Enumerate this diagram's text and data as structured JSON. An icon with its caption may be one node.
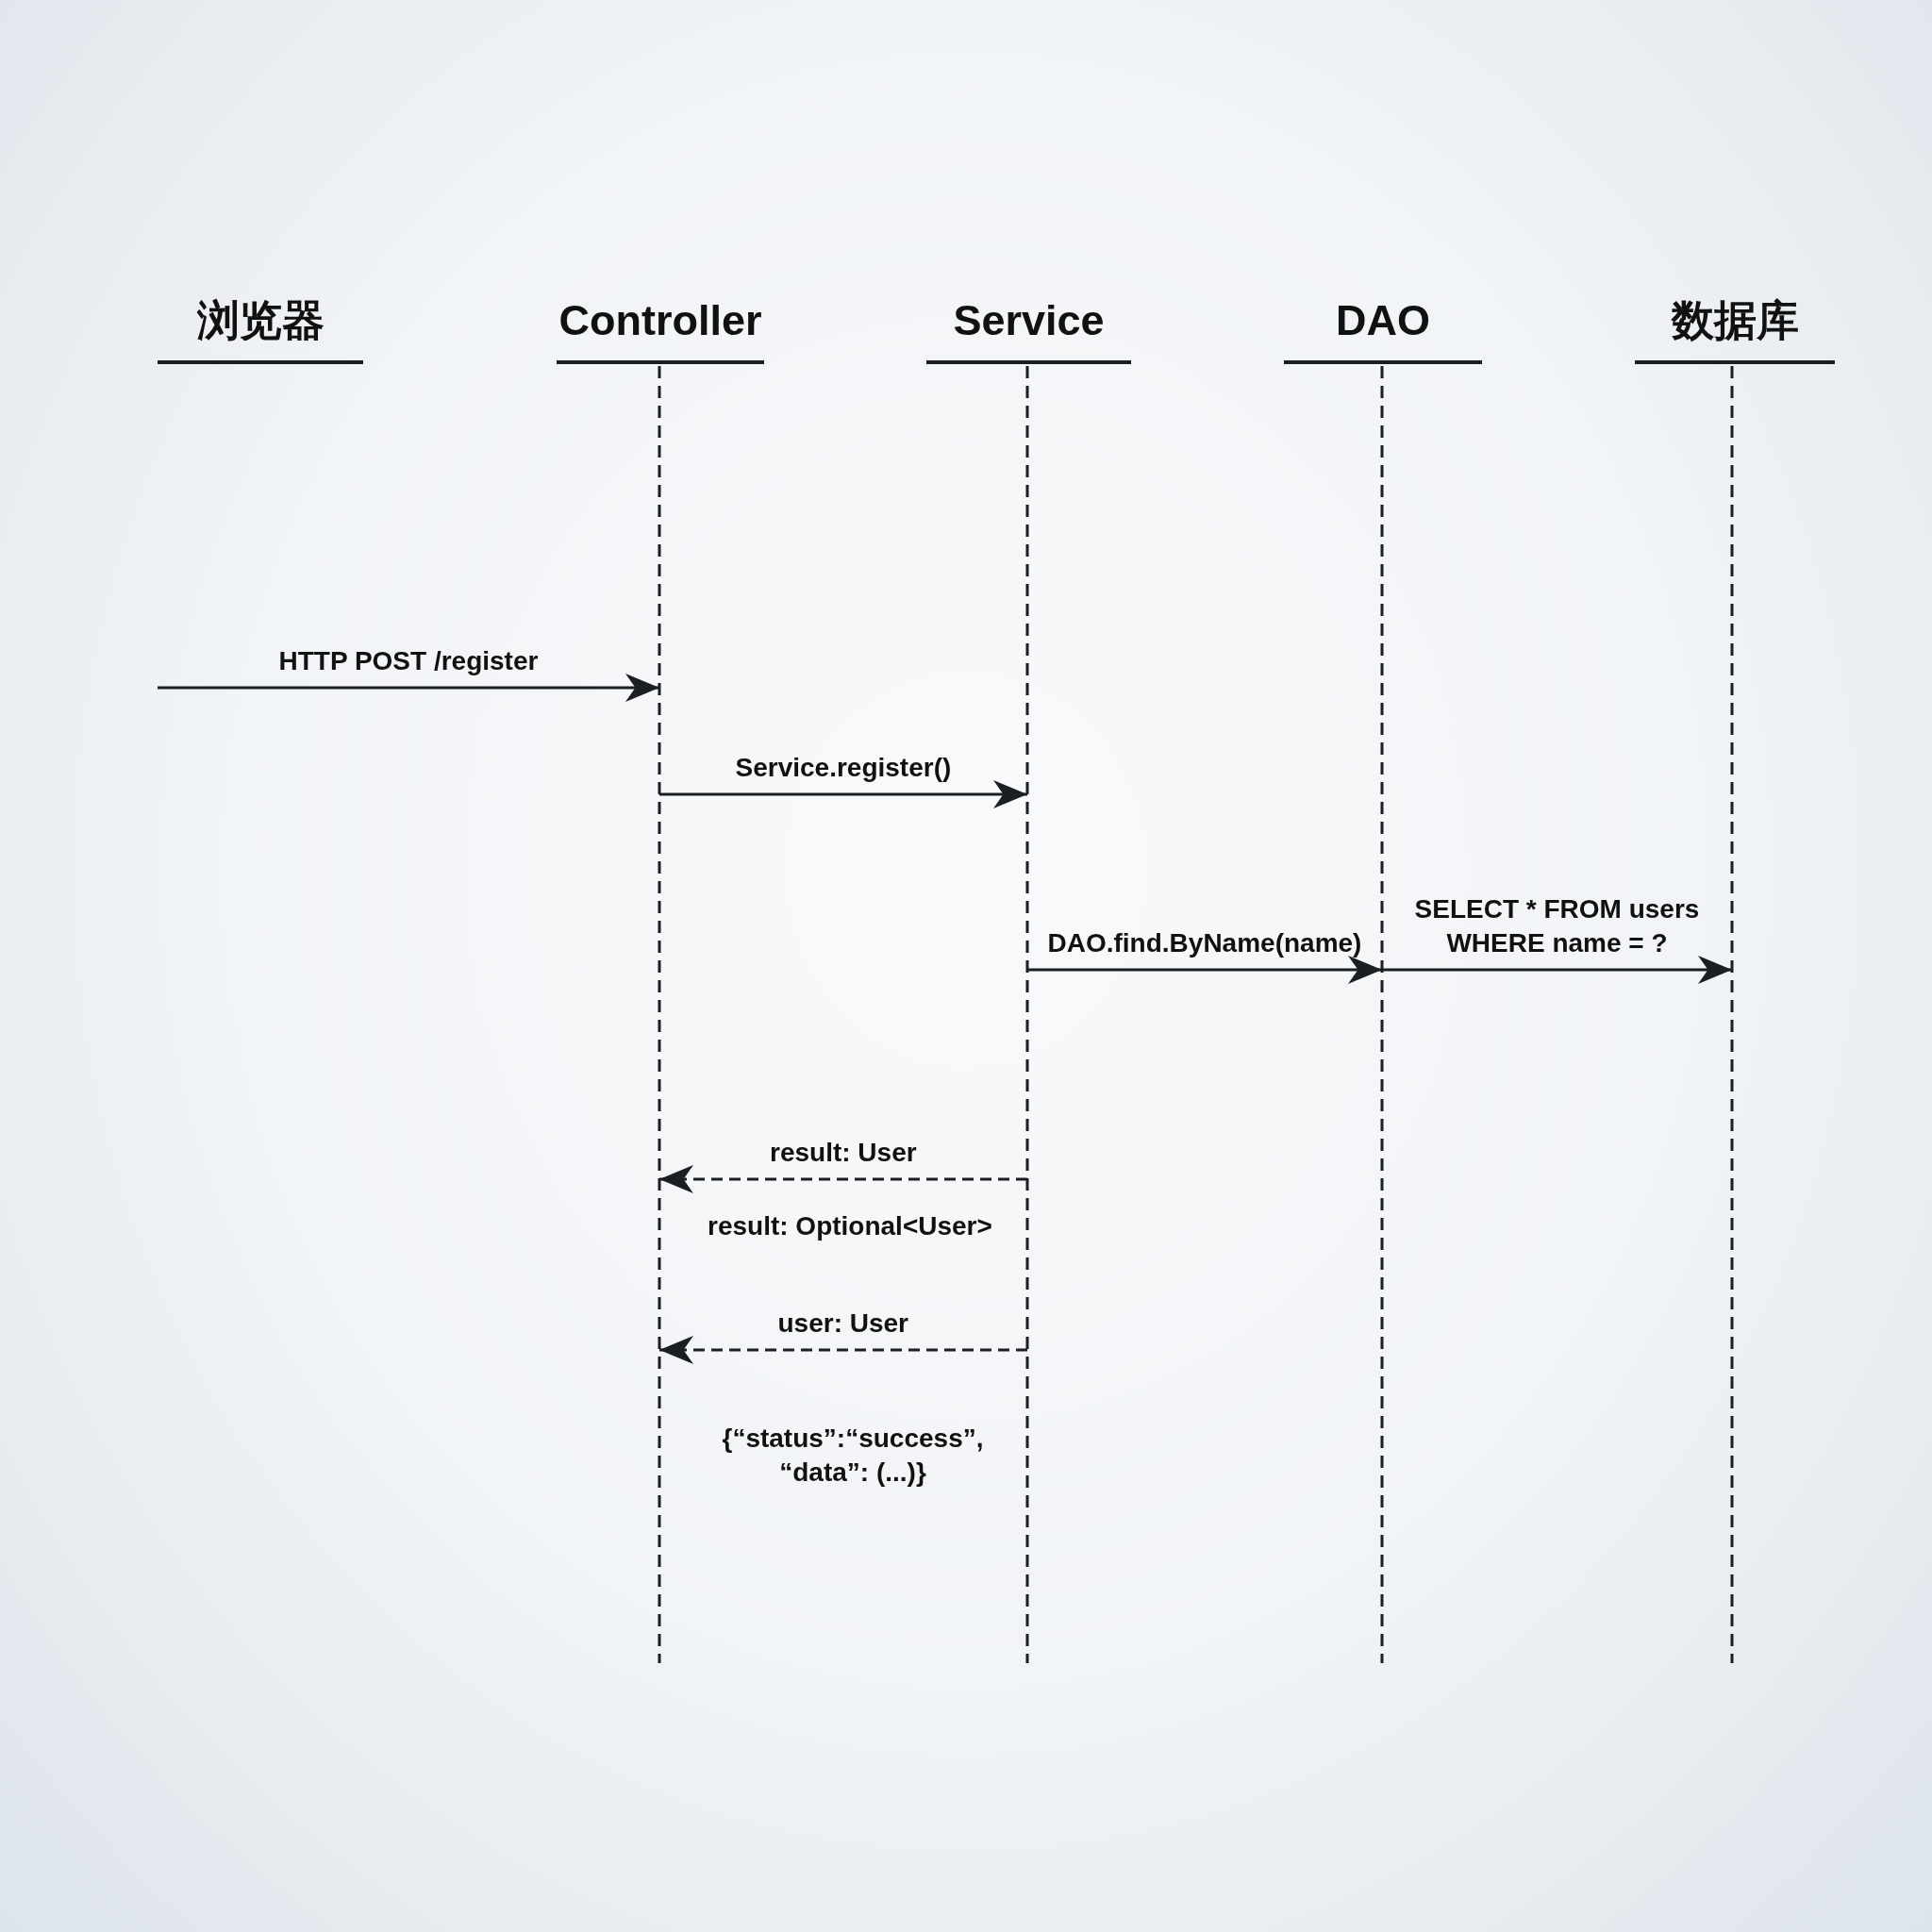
{
  "diagram": {
    "nodes": [
      {
        "text": [
          "浏览器"
        ]
      },
      {
        "text": [
          "Controller"
        ]
      },
      {
        "text": [
          "Service"
        ]
      },
      {
        "text": [
          "DAO"
        ]
      },
      {
        "text": [
          "数据库"
        ]
      }
    ],
    "edges": [
      {
        "from": null,
        "to": 1,
        "arrow": "to",
        "label": "HTTP POST /register"
      },
      {
        "from": 1,
        "to": 2,
        "arrow": "to",
        "label": "Service.register()"
      },
      {
        "from": 2,
        "to": 3,
        "arrow": "to",
        "label": "DAO.find.ByName(name)"
      },
      {
        "from": 3,
        "to": 4,
        "arrow": "to",
        "label": "SELECT * FROM users WHERE name = ?"
      },
      {
        "from": 2,
        "to": 1,
        "arrow": "to",
        "label": "result: User",
        "style": "dashed"
      },
      {
        "from": 2,
        "to": 1,
        "arrow": "to",
        "label": "user: User",
        "style": "dashed"
      }
    ],
    "labels": [
      "result: Optional<User>",
      "{“status”:“success”, “data”: (...)}"
    ]
  }
}
